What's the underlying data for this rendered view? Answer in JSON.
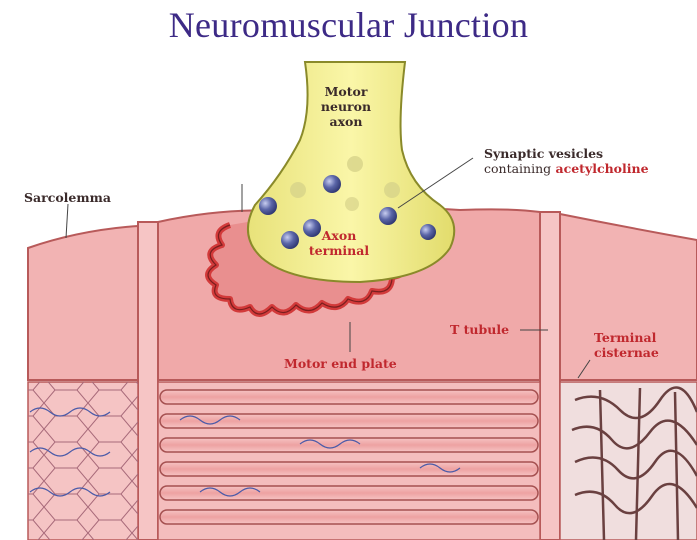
{
  "title": "Neuromuscular Junction",
  "labels": {
    "motor_neuron_axon": [
      "Motor",
      "neuron",
      "axon"
    ],
    "synaptic_vesicles_line1": "Synaptic vesicles",
    "synaptic_vesicles_line2": "containing",
    "synaptic_vesicles_highlight": "acetylcholine",
    "sarcolemma": "Sarcolemma",
    "axon_terminal": [
      "Axon",
      "terminal"
    ],
    "t_tubule": "T tubule",
    "terminal_cisternae": [
      "Terminal",
      "cisternae"
    ],
    "motor_end_plate": "Motor end plate"
  },
  "colors": {
    "title": "#3d2a86",
    "muscle": "#f2b3b3",
    "muscle_edge": "#b85a5a",
    "axon": "#f4f08a",
    "vesicle": "#56609e",
    "end_plate": "#d23a3a",
    "label_red": "#c0282e"
  }
}
